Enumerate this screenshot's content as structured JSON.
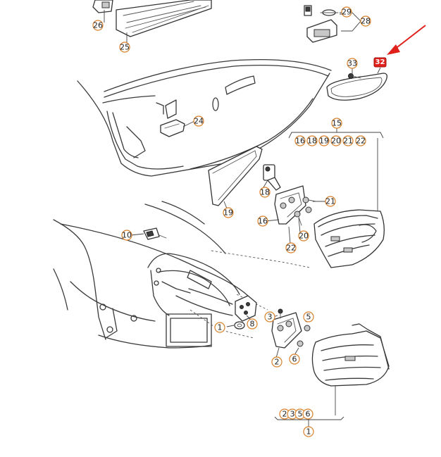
{
  "callouts": {
    "c1": "1",
    "c1b": "1",
    "c2": "2",
    "c2b": "2",
    "c3": "3",
    "c3b": "3",
    "c5": "5",
    "c5b": "5",
    "c6": "6",
    "c6b": "6",
    "c8": "8",
    "c10": "10",
    "c15": "15",
    "c16": "16",
    "c16b": "16",
    "c18": "18",
    "c18b": "18",
    "c19": "19",
    "c19b": "19",
    "c20": "20",
    "c20b": "20",
    "c21": "21",
    "c21b": "21",
    "c22": "22",
    "c22b": "22",
    "c24": "24",
    "c25": "25",
    "c26": "26",
    "c28": "28",
    "c29": "29",
    "c32": "32",
    "c33": "33"
  },
  "colors": {
    "callout_ring": "#d9822b",
    "highlight": "#e0201a",
    "line": "#3a3a3a"
  },
  "highlighted_part": "32"
}
